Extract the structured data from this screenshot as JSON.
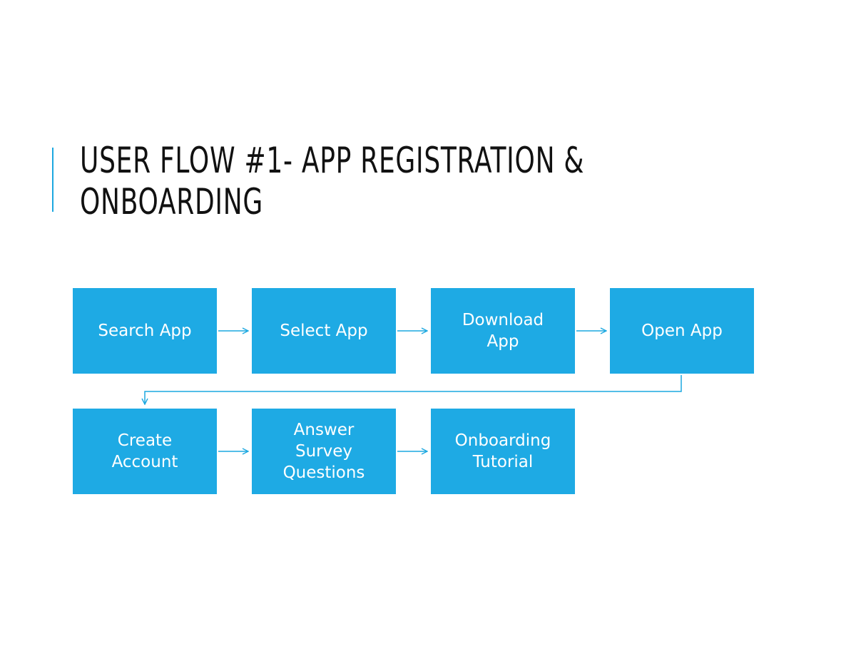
{
  "title": {
    "line1": "USER FLOW #1- APP REGISTRATION &",
    "line2": "ONBOARDING"
  },
  "flow": {
    "steps": [
      {
        "label": "Search App"
      },
      {
        "label": "Select App"
      },
      {
        "label": "Download App"
      },
      {
        "label": "Open App"
      },
      {
        "label": "Create Account"
      },
      {
        "label": "Answer Survey Questions"
      },
      {
        "label": "Onboarding Tutorial"
      }
    ]
  },
  "colors": {
    "box_fill": "#1eaae4",
    "arrow": "#1ca8e0",
    "accent": "#1ca8e0",
    "title_text": "#111111",
    "box_text": "#ffffff"
  }
}
